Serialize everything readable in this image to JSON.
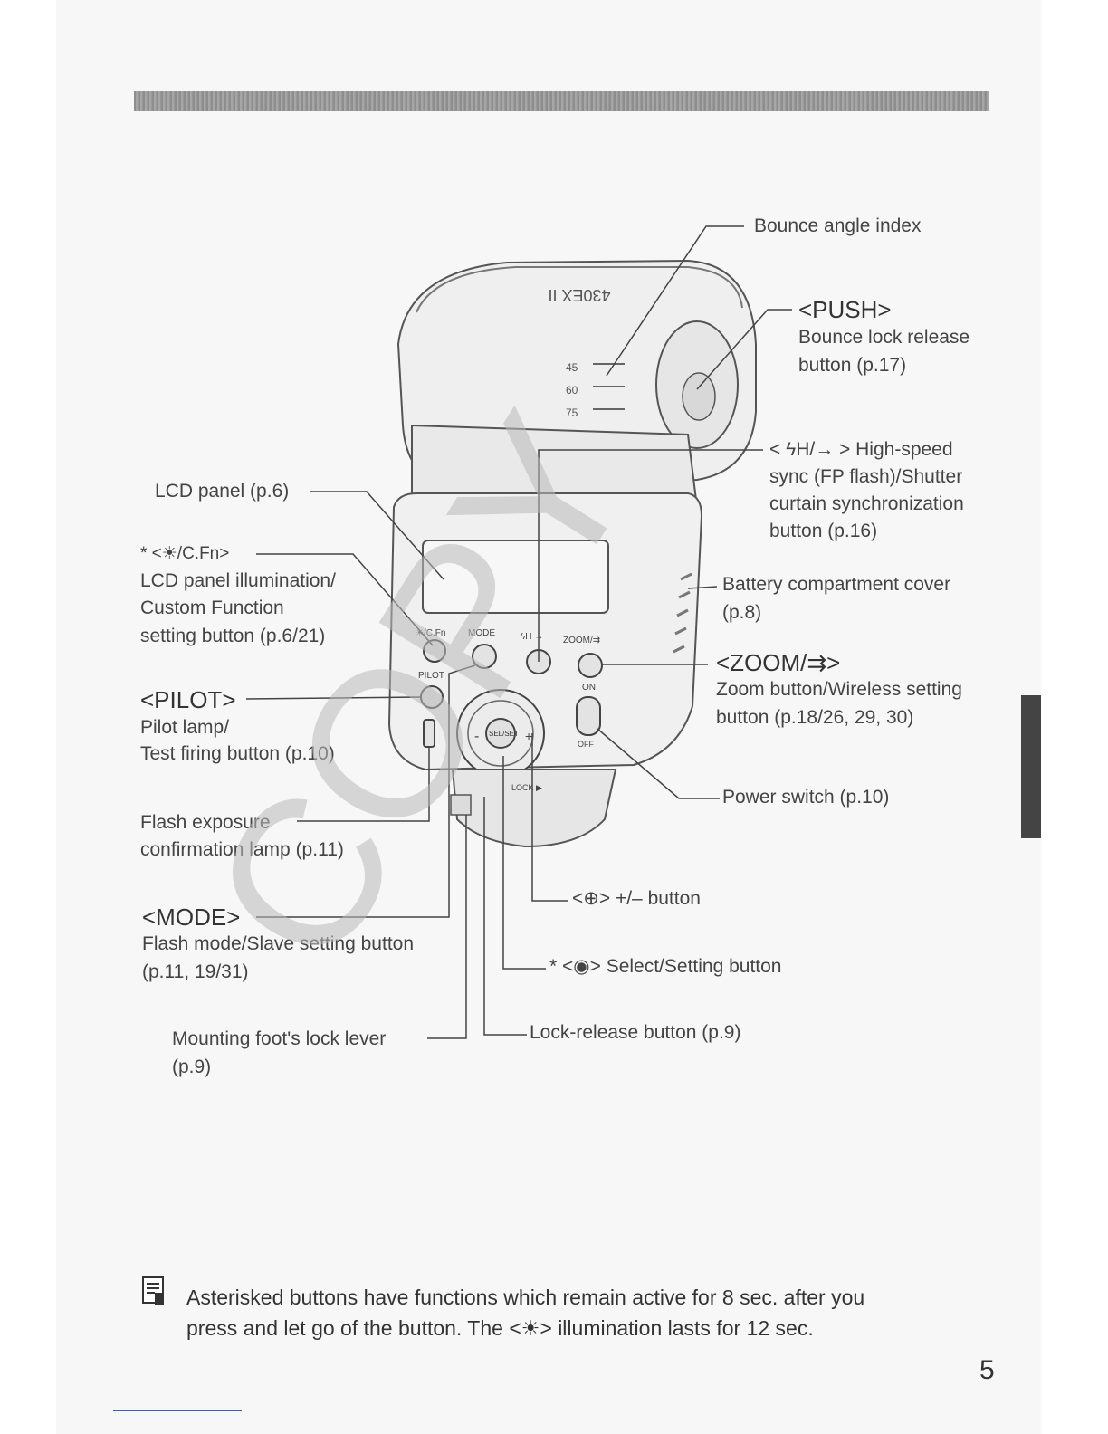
{
  "labels": {
    "bounce_angle": "Bounce angle index",
    "push_title": "<PUSH>",
    "push_desc1": "Bounce lock release",
    "push_desc2": "button (p.17)",
    "hs_title": "< ϟH/→ > High-speed",
    "hs_desc1": "sync (FP flash)/Shutter",
    "hs_desc2": "curtain synchronization",
    "hs_desc3": "button (p.16)",
    "lcd_panel": "LCD panel (p.6)",
    "illum_title": "* <☀/C.Fn>",
    "illum_desc1": "LCD panel illumination/",
    "illum_desc2": "Custom Function",
    "illum_desc3": "setting button (p.6/21)",
    "battery1": "Battery compartment cover",
    "battery2": "(p.8)",
    "zoom_title": "<ZOOM/⇉>",
    "zoom_desc1": "Zoom button/Wireless setting",
    "zoom_desc2": "button (p.18/26, 29, 30)",
    "pilot_title": "<PILOT>",
    "pilot_desc1": "Pilot lamp/",
    "pilot_desc2": "Test firing button (p.10)",
    "power": "Power switch (p.10)",
    "fec1": "Flash exposure",
    "fec2": "confirmation lamp (p.11)",
    "plus_minus": "<⊕> +/– button",
    "mode_title": "<MODE>",
    "mode_desc1": "Flash mode/Slave setting button",
    "mode_desc2": "(p.11, 19/31)",
    "select": "* <◉> Select/Setting button",
    "mount1": "Mounting foot's lock lever",
    "mount2": "(p.9)",
    "lock_release": "Lock-release button (p.9)"
  },
  "device": {
    "model": "430EX II",
    "angle_marks": [
      "45",
      "60",
      "75"
    ],
    "btn_illum": "☀/C.Fn",
    "btn_mode": "MODE",
    "btn_hs": "ϟH →",
    "btn_zoom": "ZOOM/⇉",
    "btn_pilot": "PILOT",
    "btn_sel": "SEL/SET",
    "sw_on": "ON",
    "sw_off": "OFF",
    "lock": "LOCK ▶"
  },
  "watermark": "COPY",
  "note": {
    "line1": "Asterisked buttons have functions which remain active for 8 sec. after you",
    "line2": "press and let go of the button. The <☀> illumination lasts for 12 sec."
  },
  "page_number": "5"
}
